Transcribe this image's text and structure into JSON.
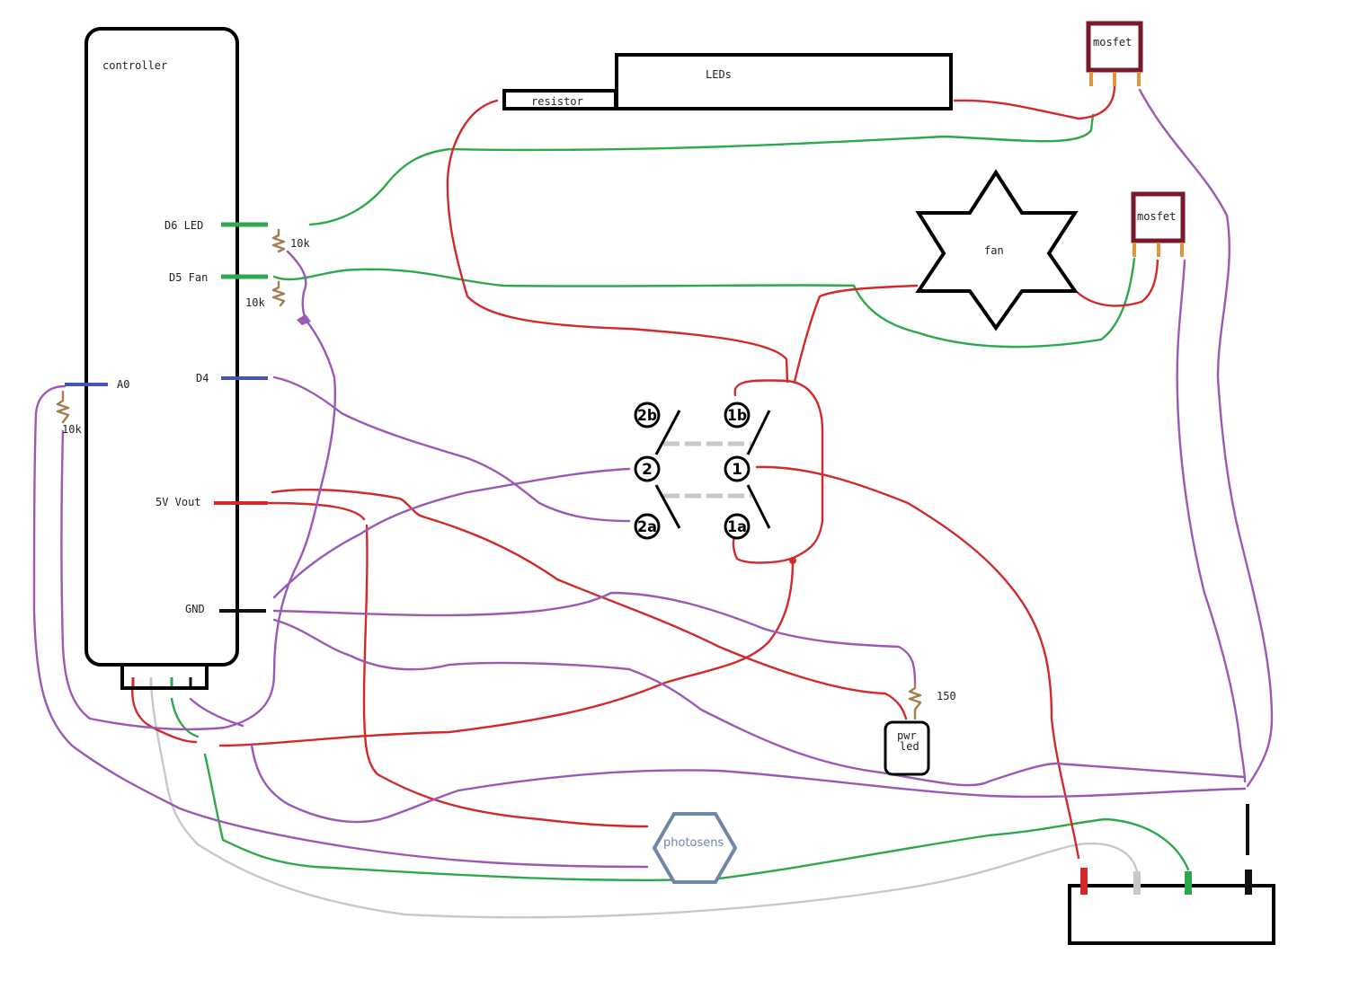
{
  "colors": {
    "outline": "#000000",
    "wire_red": "#d22a2a",
    "wire_green": "#2ea84d",
    "wire_purple": "#9b59b6",
    "wire_gray": "#c8c8c8",
    "wire_blue": "#4455b5",
    "wire_black": "#111111",
    "mosfet": "#7a1a28",
    "pin_orange": "#e0963c",
    "resistor_brown": "#a67c52",
    "photosens": "#6f86a8"
  },
  "controller": {
    "title": "controller",
    "pins": {
      "d6": "D6 LED",
      "d5": "D5 Fan",
      "d4": "D4",
      "a0": "A0",
      "vout": "5V Vout",
      "gnd": "GND"
    }
  },
  "resistors": {
    "r_d6": "10k",
    "r_d5": "10k",
    "r_a0": "10k",
    "r_led": "150"
  },
  "components": {
    "resistor": "resistor",
    "leds": "LEDs",
    "mosfet_1": "mosfet",
    "mosfet_2": "mosfet",
    "fan": "fan",
    "pwr_led_line1": "pwr",
    "pwr_led_line2": "led",
    "photosens": "photosens"
  },
  "switch": {
    "pole_2b": "2b",
    "pole_2": "2",
    "pole_2a": "2a",
    "pole_1b": "1b",
    "pole_1": "1",
    "pole_1a": "1a"
  }
}
